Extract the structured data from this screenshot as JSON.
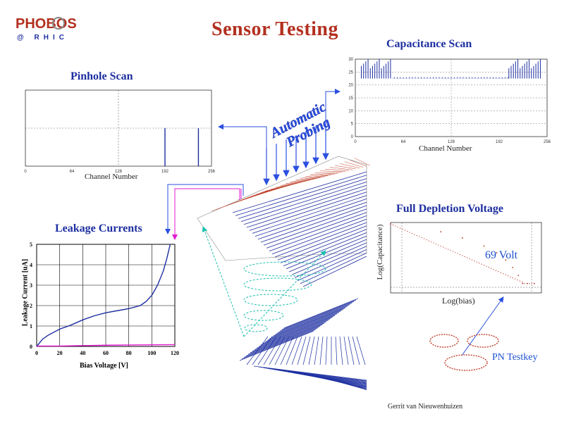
{
  "page": {
    "title": "Sensor Testing",
    "credit": "Gerrit van Nieuwenhuizen"
  },
  "logo": {
    "line1": "PHOBOS",
    "line2": "@ RHIC"
  },
  "probing_label": {
    "line1": "Automatic",
    "line2": "Probing"
  },
  "annotations": {
    "depletion_voltage": "69 Volt",
    "pn_testkey": "PN Testkey"
  },
  "colors": {
    "title": "#b3301f",
    "section_titles": "#1c2ea0",
    "arrows_blue": "#2a4fe0",
    "arrows_magenta": "#e01bd0",
    "cone": "#22c0b0"
  },
  "chart_data": [
    {
      "id": "pinhole",
      "type": "bar",
      "title": "Pinhole Scan",
      "xlabel": "Channel Number",
      "ylabel": "",
      "xlim": [
        0,
        256
      ],
      "x_ticks": [
        "0",
        "64",
        "128",
        "192",
        "256"
      ],
      "y_ticks": [
        "",
        "",
        ""
      ],
      "bars": [
        {
          "x": 192,
          "value": 1
        },
        {
          "x": 238,
          "value": 1
        }
      ],
      "ylim": [
        0,
        2
      ],
      "grid": "dashed"
    },
    {
      "id": "capacitance",
      "type": "bar",
      "title": "Capacitance Scan",
      "xlabel": "Channel Number",
      "ylabel": "",
      "xlim": [
        0,
        256
      ],
      "ylim": [
        0,
        30
      ],
      "x_ticks": [
        "0",
        "64",
        "128",
        "192",
        "256"
      ],
      "y_ticks": [
        "0",
        "5",
        "10",
        "15",
        "20",
        "25",
        "30"
      ],
      "baseline": 23,
      "regions": [
        {
          "x_from": 8,
          "x_to": 50,
          "value": 30
        },
        {
          "x_from": 50,
          "x_to": 205,
          "value": 23
        },
        {
          "x_from": 205,
          "x_to": 250,
          "value": 30
        }
      ],
      "grid": "dashed"
    },
    {
      "id": "leakage",
      "type": "line",
      "title": "Leakage Currents",
      "xlabel": "Bias Voltage [V]",
      "ylabel": "Leakage Current [uA]",
      "xlim": [
        0,
        120
      ],
      "ylim": [
        0,
        5
      ],
      "x_ticks": [
        "0",
        "20",
        "40",
        "60",
        "80",
        "100",
        "120"
      ],
      "y_ticks": [
        "0",
        "1",
        "2",
        "3",
        "4",
        "5"
      ],
      "series": [
        {
          "color": "#1c2ea0",
          "x": [
            0,
            5,
            10,
            20,
            30,
            40,
            50,
            60,
            70,
            80,
            90,
            95,
            100,
            105,
            110,
            113,
            116
          ],
          "y": [
            0.0,
            0.35,
            0.55,
            0.85,
            1.05,
            1.3,
            1.5,
            1.65,
            1.75,
            1.85,
            2.0,
            2.2,
            2.5,
            3.0,
            3.7,
            4.3,
            5.0
          ]
        },
        {
          "color": "#e01bd0",
          "x": [
            0,
            20,
            40,
            60,
            80,
            100,
            120
          ],
          "y": [
            0.02,
            0.02,
            0.04,
            0.06,
            0.07,
            0.08,
            0.09
          ]
        }
      ],
      "grid": "solid"
    },
    {
      "id": "depletion",
      "type": "line",
      "title": "Full Depletion Voltage",
      "xlabel": "Log(bias)",
      "ylabel": "Log(Capacitance)",
      "scale": "log-log",
      "series": [
        {
          "color": "#b3301f",
          "x": [
            1,
            5,
            10,
            20,
            30,
            40,
            50,
            60,
            69,
            80,
            100
          ],
          "y": [
            100,
            82,
            70,
            57,
            48,
            40,
            33,
            27,
            22,
            22,
            22
          ]
        }
      ],
      "grid": "dashed"
    }
  ]
}
